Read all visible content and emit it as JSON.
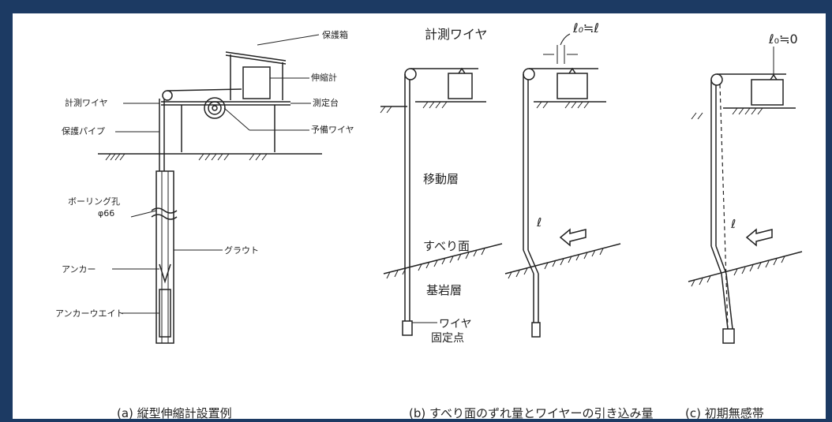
{
  "panel_a": {
    "labels": {
      "protection_box": "保護箱",
      "extensometer": "伸縮計",
      "measurement_stand": "測定台",
      "spare_wire": "予備ワイヤ",
      "measurement_wire": "計測ワイヤ",
      "protection_pipe": "保護パイプ",
      "boring_hole": "ボーリング孔",
      "boring_diameter": "φ66",
      "grout": "グラウト",
      "anchor": "アンカー",
      "anchor_weight": "アンカーウエイト"
    },
    "caption": "(a)  縦型伸縮計設置例"
  },
  "panel_b": {
    "labels": {
      "measurement_wire": "計測ワイヤ",
      "moving_layer": "移動層",
      "slip_surface": "すべり面",
      "bedrock": "基岩層",
      "wire": "ワイヤ",
      "fixed_point": "固定点",
      "l0_approx_l": "ℓ₀≒ℓ",
      "ell": "ℓ"
    },
    "caption": "(b)  すべり面のずれ量とワイヤーの引き込み量"
  },
  "panel_c": {
    "labels": {
      "l0_approx_0": "ℓ₀≒0",
      "ell": "ℓ"
    },
    "caption": "(c)  初期無感帯"
  }
}
